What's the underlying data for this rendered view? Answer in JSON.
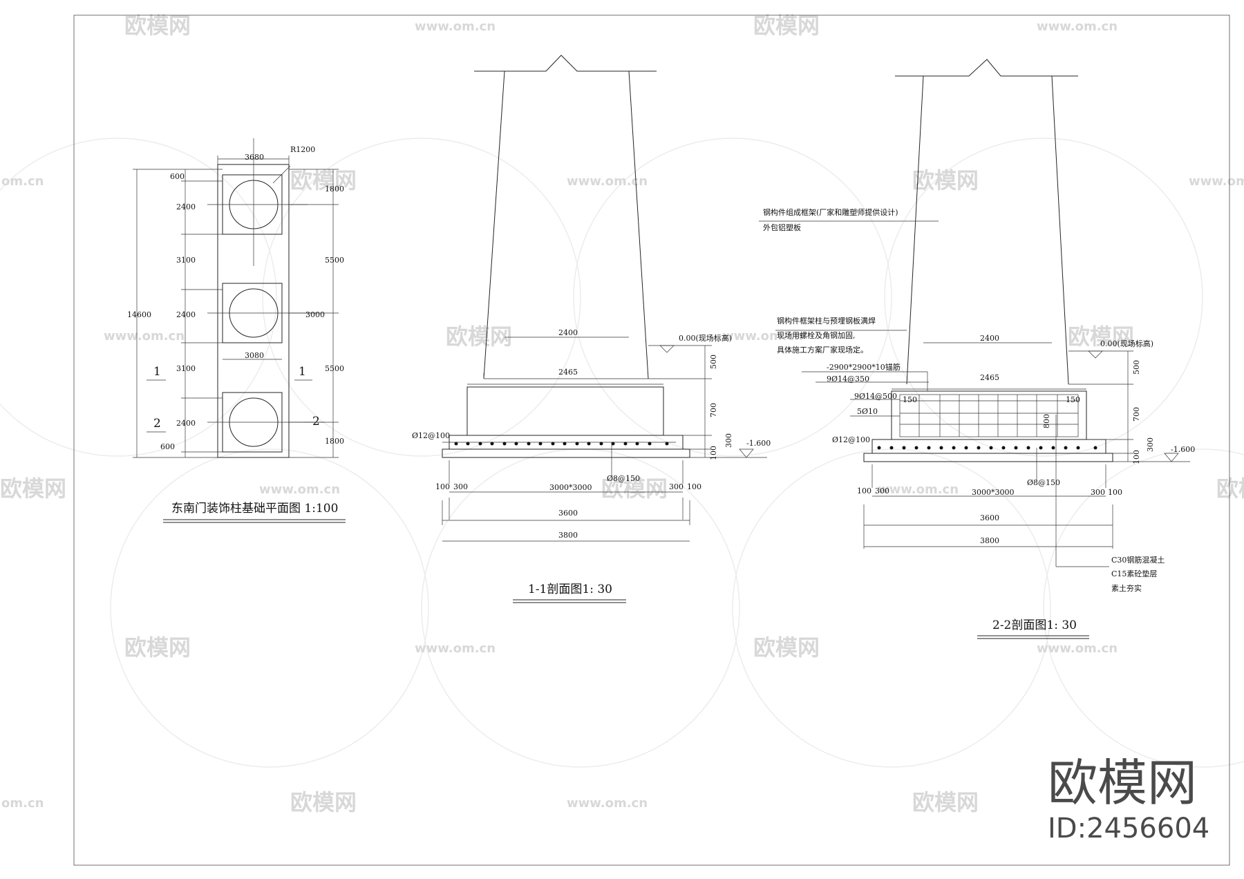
{
  "watermark": {
    "brand": "欧模网",
    "url": "www.om.cn",
    "short_url": "om.cn",
    "id_label": "ID:2456604"
  },
  "plan": {
    "title": "东南门装饰柱基础平面图 1:100",
    "dims": {
      "width_top": "3680",
      "radius": "R1200",
      "d600_top": "600",
      "d2400_a": "2400",
      "d3100_a": "3100",
      "d2400_b": "2400",
      "d3100_b": "3100",
      "d2400_c": "2400",
      "d600_bottom": "600",
      "total": "14600",
      "r1800_top": "1800",
      "r5500_a": "5500",
      "r3000": "3000",
      "r5500_b": "5500",
      "r1800_bottom": "1800",
      "w3080": "3080"
    },
    "markers": {
      "one_left": "1",
      "one_right": "1",
      "two_left": "2",
      "two_right": "2"
    }
  },
  "section1": {
    "title": "1-1剖面图1: 30",
    "dims": {
      "top_width": "2400",
      "mid_width": "2465",
      "elev_zero": "0.00(现场标高)",
      "h500": "500",
      "h700": "700",
      "h300": "300",
      "h100": "100",
      "elev_bottom": "-1.600",
      "rebar_top": "Ø12@100",
      "rebar_bottom": "Ø8@150",
      "l100": "100",
      "l300": "300",
      "base": "3000*3000",
      "r300": "300",
      "r100": "100",
      "w3600": "3600",
      "w3800": "3800"
    }
  },
  "section2": {
    "title": "2-2剖面图1: 30",
    "notes": {
      "frame_line1": "钢构件组成框架(厂家和雕塑师提供设计)",
      "frame_line2": "外包铝塑板",
      "weld_line1": "钢构件框架柱与预埋钢板满焊",
      "weld_line2": "现场用螺栓及角钢加固,",
      "weld_line3": "具体施工方案厂家现场定。",
      "plate": "-2900*2900*10锚筋",
      "rebar_a": "9Ø14@350",
      "rebar_b": "9Ø14@500",
      "rebar_c": "5Ø10",
      "rebar_top": "Ø12@100",
      "rebar_bottom": "Ø8@150",
      "concrete1": "C30钢筋混凝土",
      "concrete2": "C15素砼垫层",
      "concrete3": "素土夯实"
    },
    "dims": {
      "top_width": "2400",
      "mid_width": "2465",
      "elev_zero": "0.00(现场标高)",
      "h500": "500",
      "h700": "700",
      "h300": "300",
      "h100": "100",
      "elev_bottom": "-1.600",
      "c150_left": "150",
      "c150_right": "150",
      "d800": "800",
      "l100": "100",
      "l300": "300",
      "base": "3000*3000",
      "r300": "300",
      "r100": "100",
      "w3600": "3600",
      "w3800": "3800"
    }
  }
}
